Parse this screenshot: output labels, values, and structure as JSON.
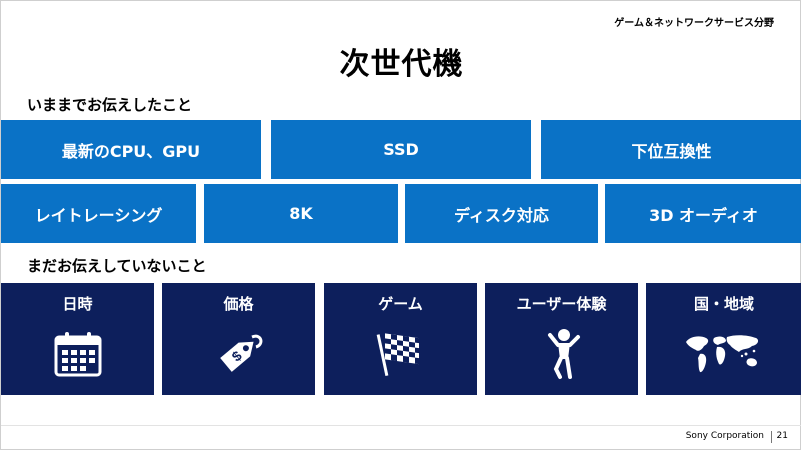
{
  "header": {
    "department": "ゲーム＆ネットワークサービス分野",
    "title": "次世代機"
  },
  "shared": {
    "label": "いままでお伝えしたこと",
    "row1": [
      "最新のCPU、GPU",
      "SSD",
      "下位互換性"
    ],
    "row2": [
      "レイトレーシング",
      "8K",
      "ディスク対応",
      "3D オーディオ"
    ]
  },
  "not_shared": {
    "label": "まだお伝えしていないこと",
    "items": [
      {
        "label": "日時",
        "icon": "calendar-icon"
      },
      {
        "label": "価格",
        "icon": "price-tag-icon"
      },
      {
        "label": "ゲーム",
        "icon": "checkered-flag-icon"
      },
      {
        "label": "ユーザー体験",
        "icon": "cheering-person-icon"
      },
      {
        "label": "国・地域",
        "icon": "world-map-icon"
      }
    ]
  },
  "footer": {
    "company": "Sony Corporation",
    "page": "21"
  },
  "colors": {
    "blue_tile": "#0a72c6",
    "navy_tile": "#0d1f5c"
  }
}
